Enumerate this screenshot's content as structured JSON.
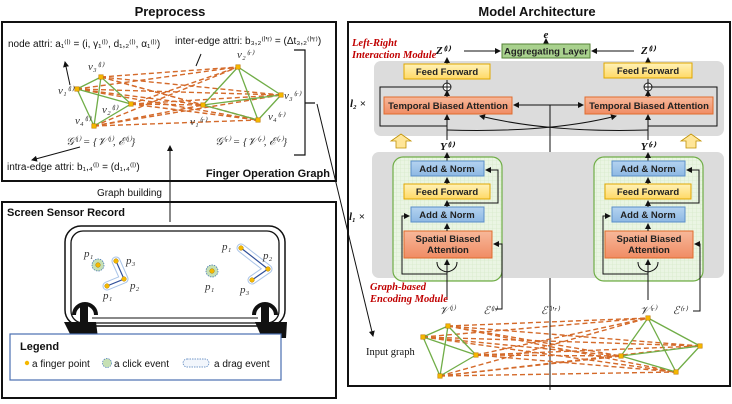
{
  "preprocess": {
    "title": "Preprocess",
    "node_attr": "node attri: a₁⁽ˡ⁾ = (i, γ₁⁽ˡ⁾, d₁,₂⁽ˡ⁾, α₁⁽ˡ⁾)",
    "inter_edge_attr": "inter-edge attri: b₃,₂⁽ˡ'ʳ⁾ = (Δt₃,₂⁽ˡ'ʳ⁾)",
    "intra_edge_attr": "intra-edge attri: b₁,₄⁽ˡ⁾ = (d₁,₄⁽ˡ⁾)",
    "left_graph_eq": "𝒢⁽ˡ⁾ = {𝒱⁽ˡ⁾, ℰ⁽ˡ⁾}",
    "right_graph_eq": "𝒢⁽ʳ⁾ = {𝒱⁽ʳ⁾, ℰ⁽ʳ⁾}",
    "left_nodes": [
      "v₁⁽ˡ⁾",
      "v₂⁽ˡ⁾",
      "v₃⁽ˡ⁾",
      "v₄⁽ˡ⁾"
    ],
    "right_nodes": [
      "v₁⁽ʳ⁾",
      "v₂⁽ʳ⁾",
      "v₃⁽ʳ⁾",
      "v₄⁽ʳ⁾"
    ],
    "box_label": "Finger Operation Graph",
    "graph_building_label": "Graph building"
  },
  "sensor": {
    "title": "Screen Sensor Record",
    "points_left_click": "p₁",
    "points_left_drag": [
      "p₁",
      "p₂",
      "p₃"
    ],
    "points_right_click": "p₁",
    "points_right_drag": [
      "p₁",
      "p₂",
      "p₃"
    ],
    "legend": {
      "title": "Legend",
      "items": [
        "a finger point",
        "a click event",
        "a drag event"
      ]
    }
  },
  "model": {
    "title": "Model Architecture",
    "interaction_module_label": [
      "Left-Right",
      "Interaction Module"
    ],
    "encoding_module_label": [
      "Graph-based",
      "Encoding Module"
    ],
    "output": "e",
    "aggregating_layer": "Aggregating Layer",
    "z_left": "Z⁽ˡ⁾",
    "z_right": "Z⁽ˡ⁾",
    "y_left": "Y⁽ˡ⁾",
    "y_right": "Y⁽ʳ⁾",
    "l2_repeat": "l₂ ×",
    "l1_repeat": "l₁ ×",
    "feed_forward": "Feed Forward",
    "temporal_attention": "Temporal Biased Attention",
    "add_norm": "Add & Norm",
    "spatial_attention": [
      "Spatial Biased",
      "Attention"
    ],
    "inputs": [
      "𝒱⁽ˡ⁾",
      "ℰ⁽ˡ⁾",
      "ℰ⁽ˡ'ʳ⁾",
      "𝒱⁽ʳ⁾",
      "ℰ⁽ʳ⁾"
    ],
    "input_graph_label": "Input graph"
  },
  "colors": {
    "intra_edge": "#70ad47",
    "inter_edge": "#d46a2a",
    "node": "#f5b800",
    "aggregating": "#92c57a",
    "feed_forward": "#ffd966",
    "attention": "#f4a582",
    "add_norm": "#9dc3e6",
    "module_bg": "#dcdcdc",
    "red_label": "#c00000"
  }
}
